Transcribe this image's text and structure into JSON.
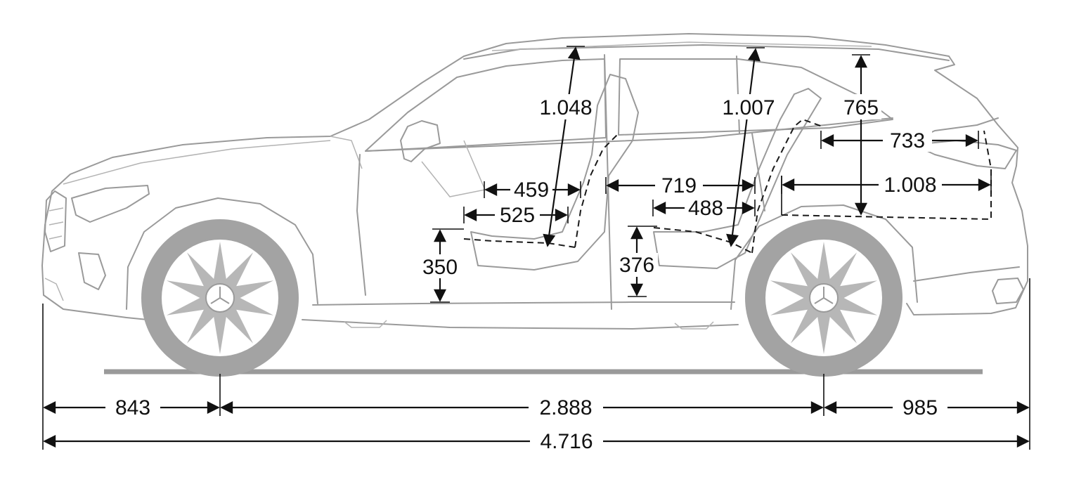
{
  "dimensions": {
    "front_headroom": "1.048",
    "rear_headroom": "1.007",
    "cargo_height": "765",
    "cargo_top_length": "733",
    "cargo_floor_length": "1.008",
    "front_seat_depth_upper": "459",
    "front_seat_depth_lower": "525",
    "rear_legroom_upper": "719",
    "rear_legroom_lower": "488",
    "front_seat_height": "350",
    "rear_seat_height": "376",
    "front_overhang": "843",
    "wheelbase": "2.888",
    "rear_overhang": "985",
    "overall_length": "4.716"
  },
  "colors": {
    "car_outline": "#9a9a9a",
    "wheel_fill": "#a3a3a3",
    "dimension_lines": "#111111"
  }
}
